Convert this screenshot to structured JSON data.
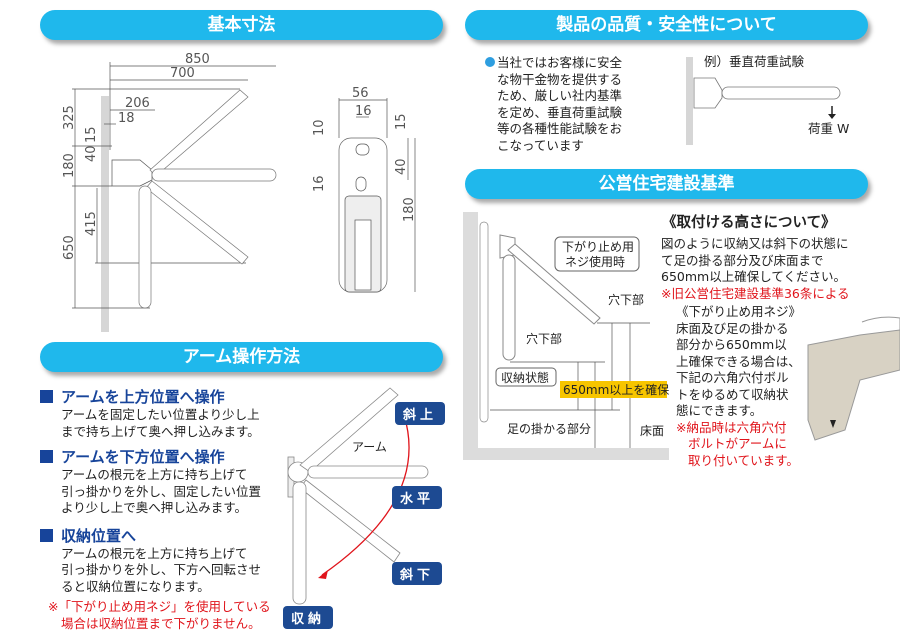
{
  "sections": {
    "dimensions": "基本寸法",
    "quality": "製品の品質・安全性について",
    "standard": "公営住宅建設基準",
    "operation": "アーム操作方法"
  },
  "dimensions": {
    "front": {
      "w850": "850",
      "w700": "700",
      "w206": "206",
      "w18": "18",
      "h325": "325",
      "h15": "15",
      "h40": "40",
      "h180": "180",
      "h415": "415",
      "h650": "650"
    },
    "side": {
      "w56": "56",
      "w16": "16",
      "h10": "10",
      "h16": "16",
      "h15": "15",
      "h40": "40",
      "h180": "180"
    }
  },
  "quality": {
    "lines": [
      "当社ではお客様に安全",
      "な物干金物を提供する",
      "ため、厳しい社内基準",
      "を定め、垂直荷重試験",
      "等の各種性能試験をお",
      "こなっています"
    ],
    "example_label": "例）垂直荷重試験",
    "load_label": "荷重 W"
  },
  "standard": {
    "diagram": {
      "screw_note": [
        "下がり止め用",
        "ネジ使用時"
      ],
      "hole_bottom_1": "穴下部",
      "hole_bottom_2": "穴下部",
      "stored_state": "収納状態",
      "height_label": "650mm以上を確保",
      "foot_part": "足の掛かる部分",
      "floor": "床面"
    },
    "heading": "《取付ける高さについて》",
    "lines": [
      "図のように収納又は斜下の状態に",
      "て足の掛る部分及び床面まで",
      "650mm以上確保してください。"
    ],
    "red_note": "※旧公営住宅建設基準36条による",
    "screw_heading": "《下がり止め用ネジ》",
    "screw_lines": [
      "床面及び足の掛かる",
      "部分から650mm以",
      "上確保できる場合は、",
      "下記の六角穴付ボル",
      "トをゆるめて収納状",
      "態にできます。"
    ],
    "screw_red": [
      "※納品時は六角穴付",
      "ボルトがアームに",
      "取り付いています。"
    ]
  },
  "operation": {
    "items": [
      {
        "title": "アームを上方位置へ操作",
        "lines": [
          "アームを固定したい位置より少し上",
          "まで持ち上げて奥へ押し込みます。"
        ]
      },
      {
        "title": "アームを下方位置へ操作",
        "lines": [
          "アームの根元を上方に持ち上げて",
          "引っ掛かりを外し、固定したい位置",
          "より少し上で奥へ押し込みます。"
        ]
      },
      {
        "title": "収納位置へ",
        "lines": [
          "アームの根元を上方に持ち上げて",
          "引っ掛かりを外し、下方へ回転させ",
          "ると収納位置になります。"
        ]
      }
    ],
    "note": [
      "※「下がり止め用ネジ」を使用している",
      "場合は収納位置まで下がりません。"
    ],
    "arm_label": "アーム",
    "positions": {
      "up": "斜上",
      "horizontal": "水平",
      "down": "斜下",
      "stored": "収納"
    }
  },
  "colors": {
    "header": "#1fb8ec",
    "navy": "#1d4a92",
    "red": "#e0141b",
    "highlight": "#f7c500"
  }
}
